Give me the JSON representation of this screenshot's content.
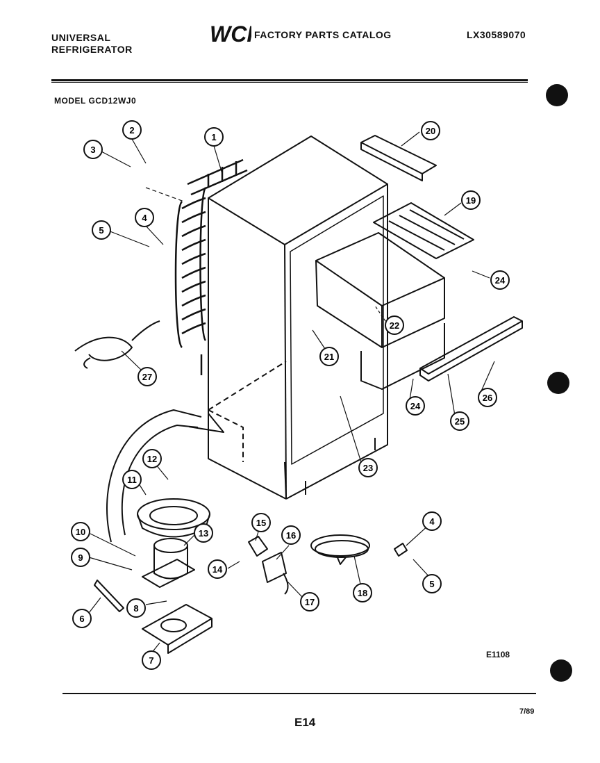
{
  "header": {
    "brand_line1": "UNIVERSAL",
    "brand_line2": "REFRIGERATOR",
    "logo": "WCI",
    "catalog_title": "FACTORY PARTS CATALOG",
    "catalog_number": "LX30589070"
  },
  "model_label": "MODEL GCD12WJ0",
  "diagram_code": "E1108",
  "page_number": "E14",
  "date": "7/89",
  "callouts": [
    {
      "id": "c1",
      "label": "1"
    },
    {
      "id": "c2",
      "label": "2"
    },
    {
      "id": "c3",
      "label": "3"
    },
    {
      "id": "c4a",
      "label": "4"
    },
    {
      "id": "c5a",
      "label": "5"
    },
    {
      "id": "c6",
      "label": "6"
    },
    {
      "id": "c7",
      "label": "7"
    },
    {
      "id": "c8",
      "label": "8"
    },
    {
      "id": "c9",
      "label": "9"
    },
    {
      "id": "c10",
      "label": "10"
    },
    {
      "id": "c11",
      "label": "11"
    },
    {
      "id": "c12",
      "label": "12"
    },
    {
      "id": "c13",
      "label": "13"
    },
    {
      "id": "c14",
      "label": "14"
    },
    {
      "id": "c15",
      "label": "15"
    },
    {
      "id": "c16",
      "label": "16"
    },
    {
      "id": "c17",
      "label": "17"
    },
    {
      "id": "c18",
      "label": "18"
    },
    {
      "id": "c19",
      "label": "19"
    },
    {
      "id": "c20",
      "label": "20"
    },
    {
      "id": "c21",
      "label": "21"
    },
    {
      "id": "c22",
      "label": "22"
    },
    {
      "id": "c23",
      "label": "23"
    },
    {
      "id": "c24a",
      "label": "24"
    },
    {
      "id": "c24b",
      "label": "24"
    },
    {
      "id": "c25",
      "label": "25"
    },
    {
      "id": "c26",
      "label": "26"
    },
    {
      "id": "c27",
      "label": "27"
    },
    {
      "id": "c4b",
      "label": "4"
    },
    {
      "id": "c5b",
      "label": "5"
    }
  ]
}
